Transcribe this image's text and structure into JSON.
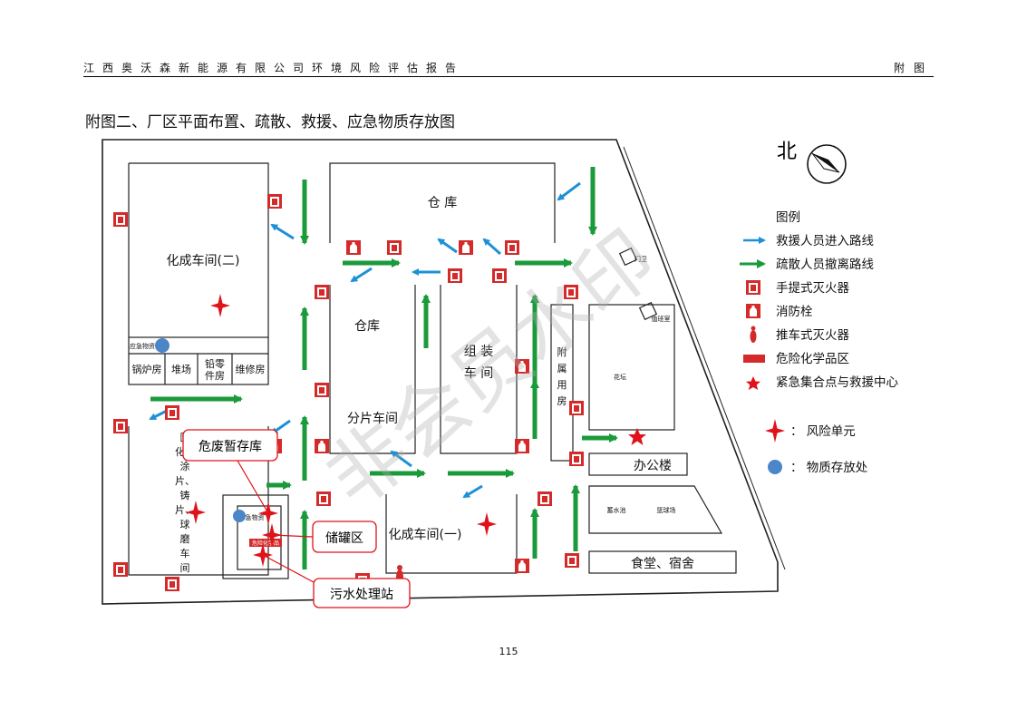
{
  "header": {
    "report_title": "江西奥沃森新能源有限公司环境风险评估报告",
    "section": "附图"
  },
  "figure_title": "附图二、厂区平面布置、疏散、救援、应急物质存放图",
  "page_number": "115",
  "north_label": "北",
  "buildings": {
    "warehouse_top": "仓 库",
    "workshop_2": "化成车间(二)",
    "emergency_store_small": "应急物资",
    "boiler_room": "锅炉房",
    "yard": "堆场",
    "lead_parts_1": "铅零",
    "lead_parts_2": "件房",
    "repair_room": "维修房",
    "warehouse_mid": "仓库",
    "slicing_workshop": "分片车间",
    "assembly_1": "组 装",
    "assembly_2": "车 间",
    "annex_1": "附",
    "annex_2": "属",
    "annex_3": "用",
    "annex_4": "房",
    "guard_room": "值班室",
    "weighbridge": "门卫",
    "flower_bed": "花坛",
    "office": "办公楼",
    "pool": "蓄水池",
    "court": "篮球场",
    "canteen": "食堂、宿舍",
    "workshop_1": "化成车间(一)",
    "curing_1": "固",
    "curing_2": "化、",
    "curing_3": "涂",
    "curing_4": "片、",
    "curing_5": "铸",
    "curing_6": "片、",
    "curing_7": "球",
    "curing_8": "磨",
    "curing_9": "车",
    "curing_10": "间",
    "emergency_small_2": "急物资",
    "hazmat_small": "危险化学品"
  },
  "callouts": {
    "hazwaste": "危废暂存库",
    "tank_area": "储罐区",
    "wastewater": "污水处理站"
  },
  "watermark": "非会员水印",
  "legend": {
    "title": "图例",
    "items": [
      {
        "label": "救援人员进入路线",
        "symbol": "blue-arrow"
      },
      {
        "label": "疏散人员撤离路线",
        "symbol": "green-arrow"
      },
      {
        "label": "手提式灭火器",
        "symbol": "extinguisher"
      },
      {
        "label": "消防栓",
        "symbol": "hydrant"
      },
      {
        "label": "推车式灭火器",
        "symbol": "cart-extinguisher"
      },
      {
        "label": "危险化学品区",
        "symbol": "red-bar"
      },
      {
        "label": "紧急集合点与救援中心",
        "symbol": "red-star"
      }
    ],
    "risk_unit": "：  风险单元",
    "material_store": "：  物质存放处"
  },
  "colors": {
    "rescue_arrow": "#1e90d6",
    "evac_arrow": "#1a9a3a",
    "hazard_red": "#e0121a",
    "callout_border": "#e0121a",
    "material_dot": "#4a86c8",
    "wall": "#222222"
  }
}
